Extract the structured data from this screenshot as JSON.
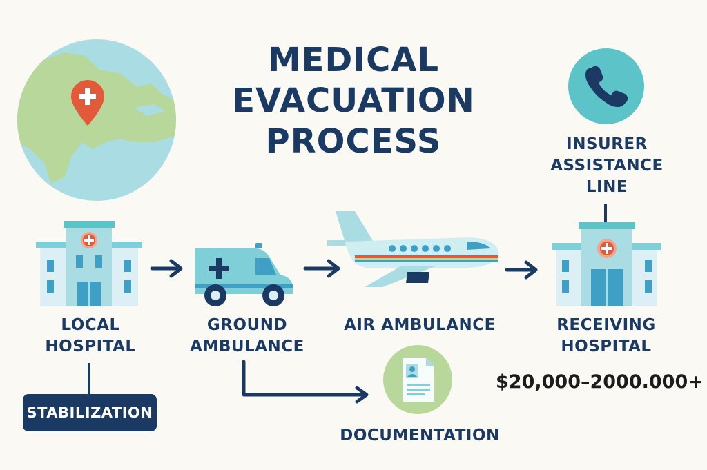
{
  "title": {
    "line1": "MEDICAL",
    "line2": "EVACUATION",
    "line3": "PROCESS"
  },
  "steps": [
    {
      "line1": "LOCAL",
      "line2": "HOSPITAL"
    },
    {
      "line1": "GROUND",
      "line2": "AMBULANCE"
    },
    {
      "line1": "AIR AMBULANCE"
    },
    {
      "line1": "RECEIVING",
      "line2": "HOSPITAL"
    }
  ],
  "stabilization": "STABILIZATION",
  "documentation": "DOCUMENTATION",
  "insurer": {
    "line1": "INSURER",
    "line2": "ASSISTANCE",
    "line3": "LINE"
  },
  "cost": "$20,000–2000.000+",
  "icons": {
    "globe": "globe-map-icon",
    "pin": "medical-location-pin-icon",
    "phone": "phone-icon",
    "hospital": "hospital-building-icon",
    "ambulance": "ambulance-icon",
    "plane": "airplane-icon",
    "document": "document-icon"
  },
  "colors": {
    "navy": "#1b3a63",
    "teal": "#5cc3c8",
    "light_blue": "#a9dde3",
    "green": "#b7d89a",
    "orange": "#e25a3a"
  }
}
